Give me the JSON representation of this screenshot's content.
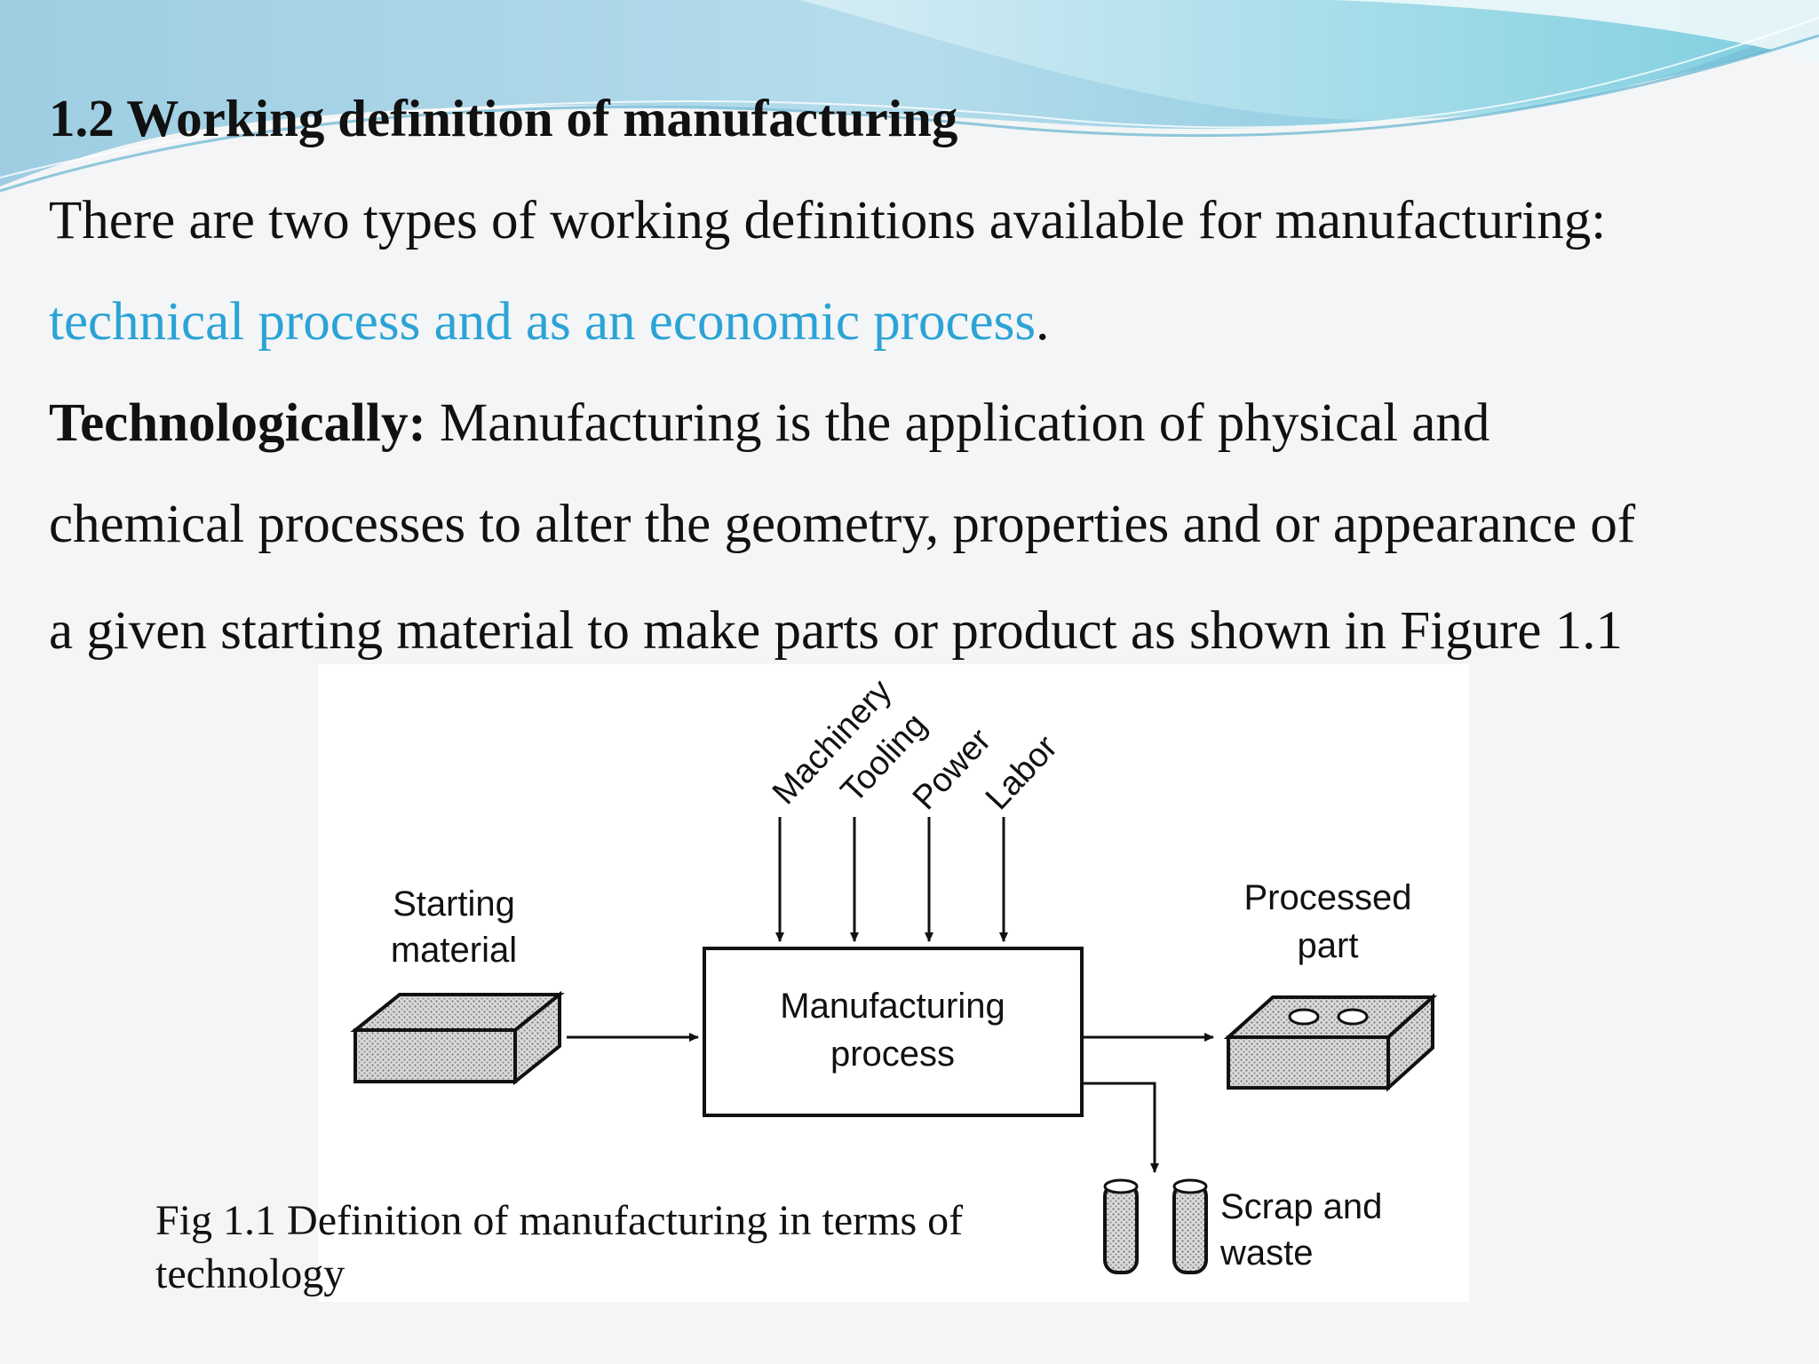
{
  "slide": {
    "heading": "1.2 Working definition of manufacturing",
    "intro": "There are two types of working definitions available for manufacturing:",
    "types_highlight": "technical process and as an economic process",
    "types_end": ".",
    "tech_label": "Technologically:",
    "tech_text_1": " Manufacturing is the application of physical and",
    "tech_text_2": "chemical processes to alter the  geometry, properties and or appearance of",
    "tech_text_3": "a given starting material to make parts or product as shown in Figure 1.1",
    "accent_color": "#2ba3d6"
  },
  "figure": {
    "inputs": [
      "Machinery",
      "Tooling",
      "Power",
      "Labor"
    ],
    "starting_material": [
      "Starting",
      "material"
    ],
    "process": [
      "Manufacturing",
      "process"
    ],
    "processed_part": [
      "Processed",
      "part"
    ],
    "scrap": [
      "Scrap and",
      "waste"
    ],
    "caption": "Fig 1.1 Definition of manufacturing in terms of technology"
  }
}
